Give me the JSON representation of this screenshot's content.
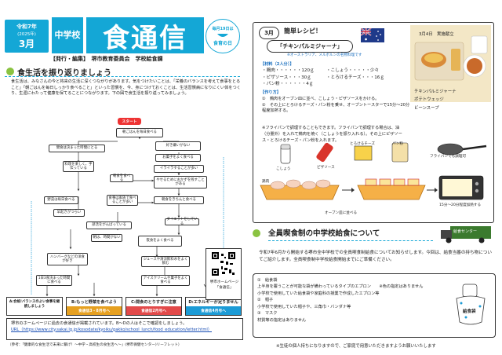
{
  "header": {
    "era_year": "令和7年",
    "western_year": "(2025年)",
    "month": "3月",
    "school_type": "中学校",
    "title": "食通信",
    "seal_top": "毎月19日は",
    "seal_bottom": "食育の日",
    "publisher": "【発行・編集】　堺市教育委員会　学校給食課"
  },
  "left_section": {
    "heading": "食生活を振り返りましょう",
    "intro": "食生活は、みなさんの今と将来の生活に深くつながりがあります。気をつけたいことは、「栄養のバランスを考えて食事をとること」「朝ごはんを毎日しっかり食べること」といった習慣を、今、身につけておくことは、生活習慣病になりにくい体をつくり、生涯にわたって健康を保てることにつながります。下の図で食生活を振り返ってみましょう。",
    "flow": {
      "start": "スタート",
      "boxes": [
        "朝ごはんを毎日食べる",
        "好き嫌いがない",
        "間食は決まった時間にとる",
        "お菓子をよく食べる",
        "イライラすることが多い",
        "料理を楽しく、手伝っている",
        "朝食を食べる",
        "やせるためにおかずを残すことがある",
        "野菜は毎日食べる",
        "食事は家族で食べることが多い",
        "朝食をきちんと食べる",
        "ダイエットをしている",
        "早起きがつらい",
        "夜食をよく食べる",
        "部活をがんばっている",
        "朝は、時間がない",
        "ハンバーグなどの洋食が好き",
        "ジュースや清涼飲料水をよく飲む",
        "1日3食決まった時間に食べる",
        "アイスクリームや菓子をよく食べる"
      ]
    },
    "results": [
      {
        "title": "A:合格!バランスのよい食事を継続しましょう",
        "color": "#7ab648"
      },
      {
        "title": "B:もっと野菜を食べよう",
        "sub": "食通信3・8月号へ",
        "color": "#e6a020"
      },
      {
        "title": "C:間食のとりすぎに注意",
        "sub": "食通信2月号へ",
        "color": "#e24a4a"
      },
      {
        "title": "D:エネルギーが足りません",
        "sub": "食通信4月号へ",
        "color": "#1c9bd6"
      }
    ],
    "qr": {
      "caption_top": "堺市ホームページ",
      "caption_bottom": "「食通信」"
    },
    "homepage_text": "堺市のホームページに過去の食通信が掲載されています。B～Dの人はそこで確認をしましょう。",
    "homepage_url": "URL（https://www.city.sakai.lg.jp/kosodate/kyoiku/gakko/school_lunch/food_education/letter.html）",
    "source": "（参考：「健康的な食生活で未来に繋げ！～中学・高校生の食生活へ～」(堺市保健センター)リーフレット）"
  },
  "recipe": {
    "month": "3月",
    "label": "簡単レシピ！",
    "dish_name": "「チキンパルミジャーナ」",
    "origin": "※オーストラリア、メルボルンの名物料理です",
    "ingredients_title": "【材料（2人分）】",
    "ingredients_left": [
      "・鶏肉・・・・・・120ｇ",
      "・ピザソース・・・30ｇ",
      "・パン粉・・・・・・4ｇ"
    ],
    "ingredients_right": [
      "・こしょう・・・・・少々",
      "・とろけるチーズ・・・16ｇ"
    ],
    "steps_title": "【作り方】",
    "steps": [
      "①　鶏肉をオーブン皿に並べ、こしょう・ピザソースをかける。",
      "②　その上にとろけるチーズ・パン粉を乗せ、オーブントースターで15分～20分程度加熱する。"
    ],
    "note": "※フライパンで調理することもできます。フライパンで調理する場合は、油（分量外）を入れて鶏肉を焼く（こしょうを振り入れる）。その上にピザソース・とろけるチーズ・パン粉を入れます。",
    "photo_title": "3月4日　実施献立",
    "menu": [
      "チキンパルミジャーナ",
      "ポテトウェッジ",
      "ビーンスープ"
    ],
    "cook_labels": {
      "pepper": "こしょう",
      "pizza_sauce": "ピザソース",
      "cheese": "とろけるチーズ",
      "panko": "パン粉",
      "chicken": "鶏肉",
      "oven_plate": "オーブン皿に並べる",
      "frypan": "フライパンでも調理可",
      "toaster": "15分～20分程度加熱する"
    }
  },
  "right_section": {
    "heading": "全員喫食制の中学校給食について",
    "truck": "給食センター",
    "text": "令和7年6月から開始する堺市全中学校での全員喫食制給食についてお知らせします。今回は、給食当番の持ち物についてご紹介します。全員喫食制中学校給食開始までにご準備ください。",
    "items": [
      "①　給食袋",
      "上半身を覆うことが可能な袋が備わっているタイプのエプロン　　※色の指定はありません",
      "小学校で使用していた給食袋や家庭科の授業で作成したエプロン等",
      "②　帽子",
      "小学校で使用していた帽子や、三角巾・バンダナ等",
      "③　マスク",
      "材質等の指定はありません"
    ],
    "bag_label": "給食袋",
    "footnote": "※生徒の個人持ちになりますので、ご家庭で用意いただきますようお願いいたします"
  },
  "colors": {
    "accent": "#14a7d6",
    "green": "#8ac341"
  }
}
